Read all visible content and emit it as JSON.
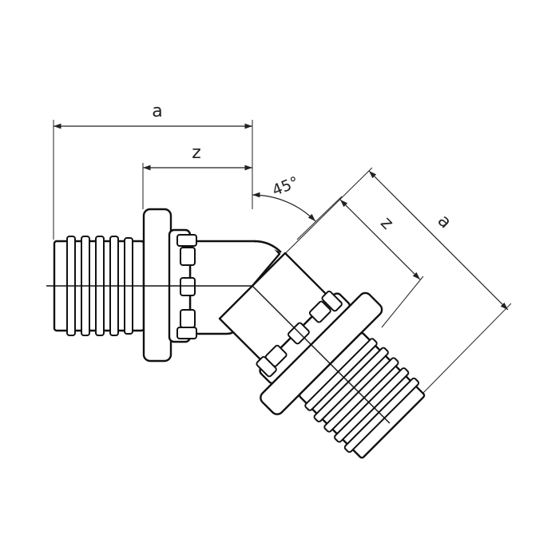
{
  "dimensions": {
    "left_overall": "a",
    "left_offset": "z",
    "right_overall": "a",
    "right_offset": "z",
    "angle": "45°"
  },
  "colors": {
    "line": "#111111",
    "background": "#ffffff"
  }
}
